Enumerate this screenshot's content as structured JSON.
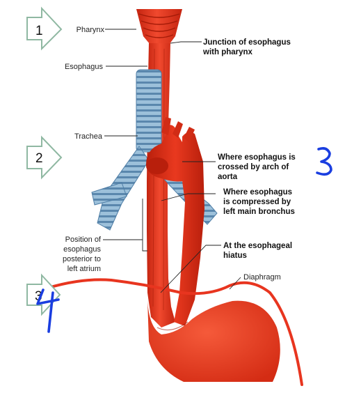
{
  "labels": {
    "pharynx": "Pharynx",
    "esophagus": "Esophagus",
    "trachea": "Trachea",
    "position": [
      "Position of",
      "esophagus",
      "posterior to",
      "left atrium"
    ],
    "junction": [
      "Junction of esophagus",
      "with pharynx"
    ],
    "arch": [
      "Where esophagus is",
      "crossed by arch of",
      "aorta"
    ],
    "bronchus": [
      "Where esophagus",
      "is compressed by",
      "left main bronchus"
    ],
    "hiatus": [
      "At the esophageal",
      "hiatus"
    ],
    "diaphragm": "Diaphragm"
  },
  "markers": [
    {
      "number": "1"
    },
    {
      "number": "2"
    },
    {
      "number": "3"
    }
  ],
  "colors": {
    "esophagus": "#e8351f",
    "esophagus_dark": "#c42410",
    "trachea": "#8fb4d1",
    "trachea_dark": "#4f7ea6",
    "marker_border": "#8fb8a2",
    "ink": "#1a3ee0"
  }
}
